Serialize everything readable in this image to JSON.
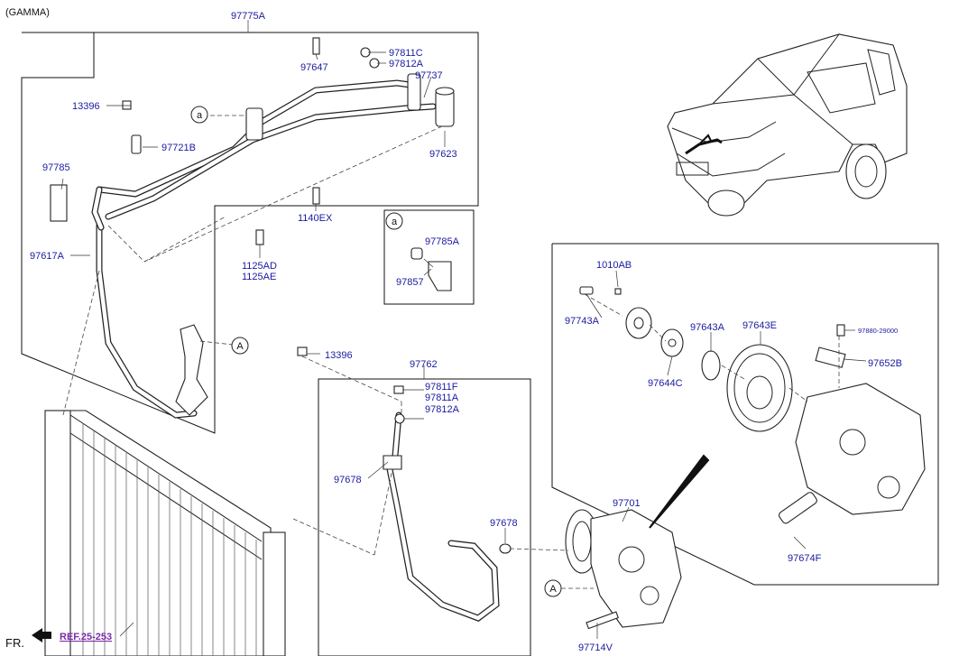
{
  "header": {
    "engine": "(GAMMA)"
  },
  "callouts": {
    "a": "a",
    "A": "A"
  },
  "parts": {
    "p97775A": "97775A",
    "p97647": "97647",
    "p97811C": "97811C",
    "p97812A_top": "97812A",
    "p97737": "97737",
    "p13396_top": "13396",
    "p97721B": "97721B",
    "p97623": "97623",
    "p97785": "97785",
    "p1140EX": "1140EX",
    "p97617A": "97617A",
    "p1125AD": "1125AD",
    "p1125AE": "1125AE",
    "p97785A": "97785A",
    "p97857": "97857",
    "p13396_mid": "13396",
    "p97762": "97762",
    "p97811F": "97811F",
    "p97811A": "97811A",
    "p97812A_mid": "97812A",
    "p97678_left": "97678",
    "p97678_right": "97678",
    "p97701": "97701",
    "p97714V": "97714V",
    "p1010AB": "1010AB",
    "p97743A": "97743A",
    "p97643A": "97643A",
    "p97643E": "97643E",
    "p97644C": "97644C",
    "p97880": "97880-29000",
    "p97652B": "97652B",
    "p97674F": "97674F"
  },
  "footer": {
    "fr": "FR.",
    "ref": "REF.25-253"
  }
}
